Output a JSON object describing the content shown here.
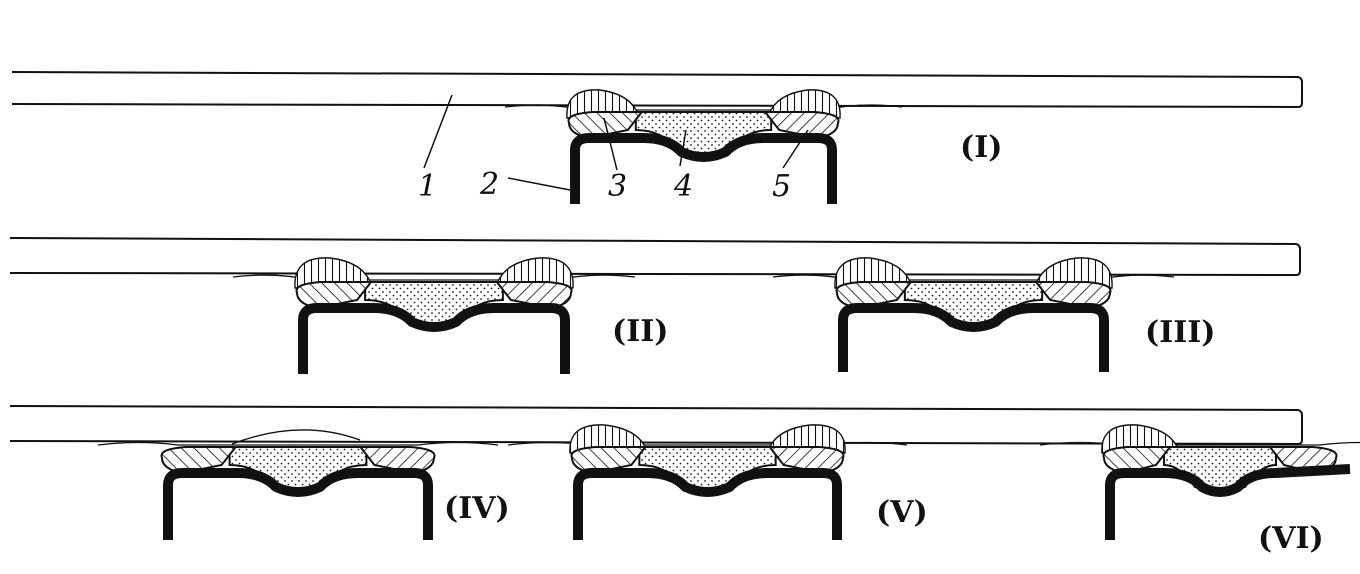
{
  "diagram": {
    "part_labels": [
      "1",
      "2",
      "3",
      "4",
      "5"
    ],
    "stage_labels": [
      "(I)",
      "(II)",
      "(III)",
      "(IV)",
      "(V)",
      "(VI)"
    ]
  }
}
